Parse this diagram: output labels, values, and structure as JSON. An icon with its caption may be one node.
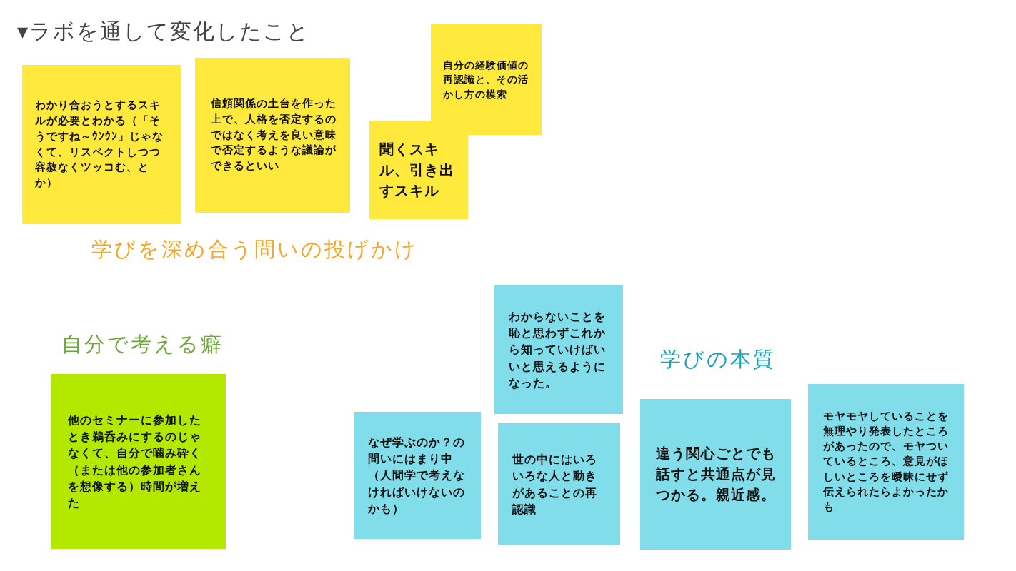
{
  "diagram": {
    "title": "▾ラボを通して変化したこと",
    "nodes": [
      {
        "text": [
          "わかり合おうとするスキルが必要とわかる（「そうですね～ｳﾝｳﾝ」じゃなくて、リスペクトしつつ容赦なくツッコむ、とか）"
        ]
      },
      {
        "text": [
          "信頼関係の土台を作った上で、人格を否定するのではなく考えを良い意味で否定するような議論ができるといい"
        ]
      },
      {
        "text": [
          "自分の経験価値の再認識と、その活かし方の模索"
        ]
      },
      {
        "text": [
          "聞くスキル、引き出すスキル"
        ]
      },
      {
        "text": [
          "他のセミナーに参加したとき鵜呑みにするのじゃなくて、自分で噛み砕く（または他の参加者さんを想像する）時間が増えた"
        ]
      },
      {
        "text": [
          "わからないことを恥と思わずこれから知っていけばいいと思えるようになった。"
        ]
      },
      {
        "text": [
          "なぜ学ぶのか？の問いにはまり中（人間学で考えなければいけないのかも）"
        ]
      },
      {
        "text": [
          "世の中にはいろいろな人と動きがあることの再認識"
        ]
      },
      {
        "text": [
          "違う関心ごとでも話すと共通点が見つかる。親近感。"
        ]
      },
      {
        "text": [
          "モヤモヤしていることを無理やり発表したところがあったので、モヤついているところ、意見がほしいところを曖昧にせず伝えられたらよかったかも"
        ]
      }
    ],
    "labels": [
      "学びを深め合う問いの投げかけ",
      "自分で考える癖",
      "学びの本質"
    ]
  }
}
